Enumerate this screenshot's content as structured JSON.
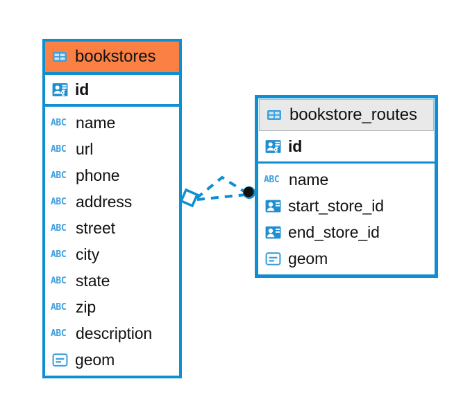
{
  "diagram": {
    "type": "entity-relationship-diagram",
    "background": "#ffffff",
    "colors": {
      "accent_blue": "#0e8fd2",
      "header_orange": "#fb8044",
      "header_gray": "#e9e9e9",
      "icon_blue": "#3f9fdc",
      "text": "#111111"
    }
  },
  "tables": [
    {
      "id": "bookstores",
      "name": "bookstores",
      "header_icon": "table-icon",
      "header_style": "orange",
      "primary_key": {
        "name": "id",
        "icon": "primary-key-icon"
      },
      "fields": [
        {
          "name": "name",
          "icon": "abc-text-icon",
          "type_label": "ABC"
        },
        {
          "name": "url",
          "icon": "abc-text-icon",
          "type_label": "ABC"
        },
        {
          "name": "phone",
          "icon": "abc-text-icon",
          "type_label": "ABC"
        },
        {
          "name": "address",
          "icon": "abc-text-icon",
          "type_label": "ABC"
        },
        {
          "name": "street",
          "icon": "abc-text-icon",
          "type_label": "ABC"
        },
        {
          "name": "city",
          "icon": "abc-text-icon",
          "type_label": "ABC"
        },
        {
          "name": "state",
          "icon": "abc-text-icon",
          "type_label": "ABC"
        },
        {
          "name": "zip",
          "icon": "abc-text-icon",
          "type_label": "ABC"
        },
        {
          "name": "description",
          "icon": "abc-text-icon",
          "type_label": "ABC"
        },
        {
          "name": "geom",
          "icon": "geometry-icon",
          "type_label": ""
        }
      ]
    },
    {
      "id": "bookstore_routes",
      "name": "bookstore_routes",
      "header_icon": "table-icon",
      "header_style": "gray",
      "primary_key": {
        "name": "id",
        "icon": "primary-key-icon"
      },
      "fields": [
        {
          "name": "name",
          "icon": "abc-text-icon",
          "type_label": "ABC"
        },
        {
          "name": "start_store_id",
          "icon": "foreign-key-icon",
          "type_label": ""
        },
        {
          "name": "end_store_id",
          "icon": "foreign-key-icon",
          "type_label": ""
        },
        {
          "name": "geom",
          "icon": "geometry-icon",
          "type_label": ""
        }
      ]
    }
  ],
  "relationship": {
    "from_table": "bookstores",
    "to_table": "bookstore_routes",
    "line_style": "dashed",
    "color": "#0e8fd2",
    "source_marker": "diamond",
    "target_marker": "filled-circle"
  }
}
